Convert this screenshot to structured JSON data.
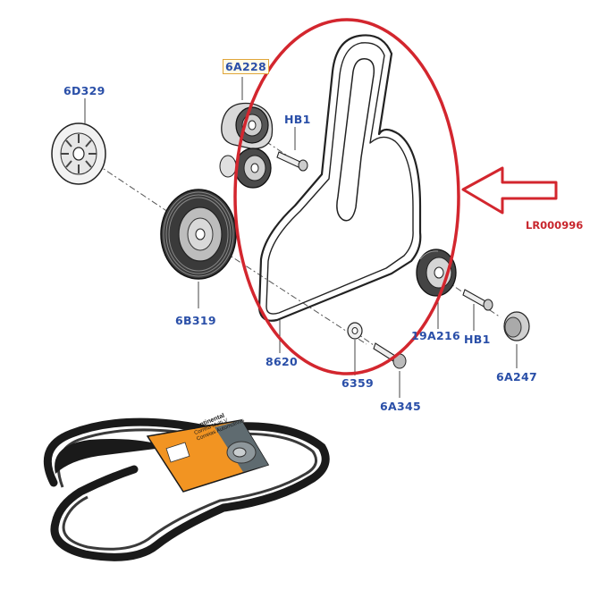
{
  "labels": {
    "pulley_6D329": "6D329",
    "tensioner_6A228": "6A228",
    "bolt_HB1_top": "HB1",
    "damper_6B319": "6B319",
    "belt_8620": "8620",
    "idler_19A216": "19A216",
    "bolt_HB1_right": "HB1",
    "cap_6A247": "6A247",
    "washer_6359": "6359",
    "bolt_6A345": "6A345"
  },
  "reference_code": "LR000996",
  "package_text": {
    "brand": "Continental",
    "line1": "Correia Multi V",
    "line2": "Correias Automotivas"
  },
  "colors": {
    "label_blue": "#2a4fa8",
    "highlight_red": "#d3262e",
    "package_orange": "#f29422",
    "belt_black": "#1a1a1a",
    "highlight_box": "#e0a63b"
  }
}
